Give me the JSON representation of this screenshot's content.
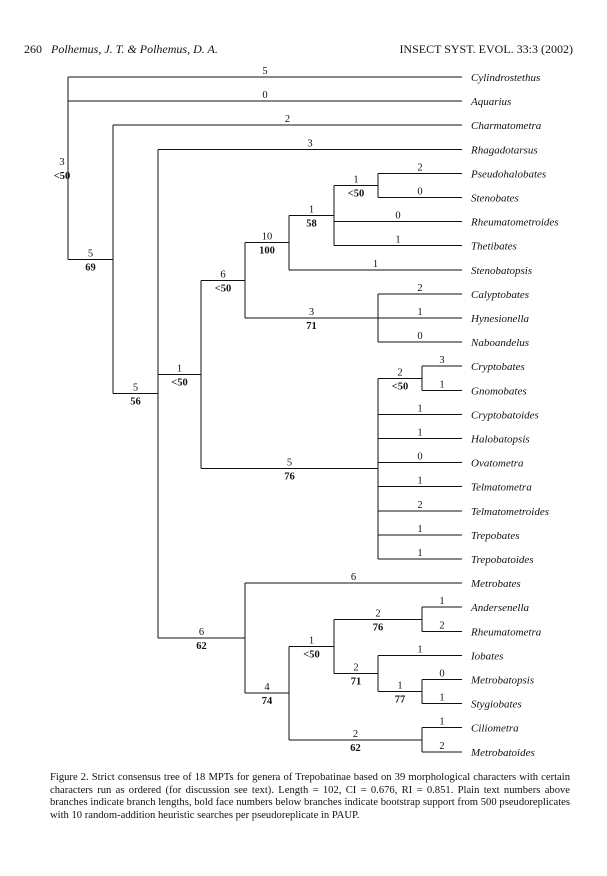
{
  "header": {
    "page_number": "260",
    "authors": "Polhemus, J. T. & Polhemus, D. A.",
    "journal": "INSECT SYST. EVOL. 33:3 (2002)"
  },
  "figure": {
    "caption": "Figure 2. Strict consensus tree of 18 MPTs for genera of Trepobatinae based on 39 morphological characters with certain characters run as ordered (for discussion see text). Length = 102, CI = 0.676, RI = 0.851. Plain text numbers above branches indicate branch lengths, bold face numbers below branches indicate bootstrap support from 500 pseudoreplicates with 10 random-addition heuristic searches per pseudoreplicate in PAUP.",
    "tree": {
      "taxa": [
        {
          "name": "Cylindrostethus",
          "length": "5"
        },
        {
          "name": "Aquarius",
          "length": "0"
        },
        {
          "name": "Charmatometra",
          "length": "2"
        },
        {
          "name": "Rhagadotarsus",
          "length": "3"
        },
        {
          "name": "Pseudohalobates",
          "length": "2"
        },
        {
          "name": "Stenobates",
          "length": "0"
        },
        {
          "name": "Rheumatometroides",
          "length": "0"
        },
        {
          "name": "Thetibates",
          "length": "1"
        },
        {
          "name": "Stenobatopsis",
          "length": "1"
        },
        {
          "name": "Calyptobates",
          "length": "2"
        },
        {
          "name": "Hynesionella",
          "length": "1"
        },
        {
          "name": "Naboandelus",
          "length": "0"
        },
        {
          "name": "Cryptobates",
          "length": "3"
        },
        {
          "name": "Gnomobates",
          "length": "1"
        },
        {
          "name": "Cryptobatoides",
          "length": "1"
        },
        {
          "name": "Halobatopsis",
          "length": "1"
        },
        {
          "name": "Ovatometra",
          "length": "0"
        },
        {
          "name": "Telmatometra",
          "length": "1"
        },
        {
          "name": "Telmatometroides",
          "length": "2"
        },
        {
          "name": "Trepobates",
          "length": "1"
        },
        {
          "name": "Trepobatoides",
          "length": "1"
        },
        {
          "name": "Metrobates",
          "length": "6"
        },
        {
          "name": "Andersenella",
          "length": "1"
        },
        {
          "name": "Rheumatometra",
          "length": "2"
        },
        {
          "name": "Iobates",
          "length": "1"
        },
        {
          "name": "Metrobatopsis",
          "length": "0"
        },
        {
          "name": "Stygiobates",
          "length": "1"
        },
        {
          "name": "Ciliometra",
          "length": "1"
        },
        {
          "name": "Metrobatoides",
          "length": "2"
        }
      ],
      "clades": [
        {
          "id": "pseudohalobates_stenobates",
          "length": "1",
          "support": "<50"
        },
        {
          "id": "clade_58",
          "length": "1",
          "support": "58"
        },
        {
          "id": "clade_100",
          "length": "10",
          "support": "100"
        },
        {
          "id": "calyptobates_group",
          "length": "3",
          "support": "71"
        },
        {
          "id": "clade_6_lt50",
          "length": "6",
          "support": "<50"
        },
        {
          "id": "cryptobates_gnomobates",
          "length": "2",
          "support": "<50"
        },
        {
          "id": "clade_76_polytomy",
          "length": "5",
          "support": "76"
        },
        {
          "id": "clade_1_lt50",
          "length": "1",
          "support": "<50"
        },
        {
          "id": "andersenella_rheumatometra",
          "length": "2",
          "support": "76"
        },
        {
          "id": "metrobatopsis_stygiobates",
          "length": "1",
          "support": "77"
        },
        {
          "id": "iobates_group",
          "length": "2",
          "support": "71"
        },
        {
          "id": "clade_1_lt50_b",
          "length": "1",
          "support": "<50"
        },
        {
          "id": "ciliometra_metrobatoides",
          "length": "2",
          "support": "62"
        },
        {
          "id": "clade_74",
          "length": "4",
          "support": "74"
        },
        {
          "id": "clade_62",
          "length": "6",
          "support": "62"
        },
        {
          "id": "clade_56",
          "length": "5",
          "support": "56"
        },
        {
          "id": "clade_69",
          "length": "5",
          "support": "69"
        },
        {
          "id": "ingroup_50",
          "length": "3",
          "support": "<50"
        }
      ]
    }
  }
}
